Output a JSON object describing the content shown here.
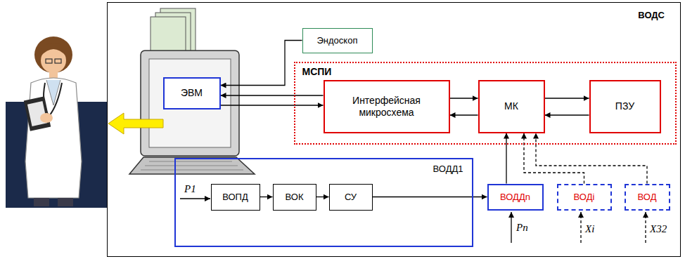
{
  "diagram": {
    "nodes": [
      {
        "text": [
          "ВОДС"
        ]
      },
      {
        "text": [
          "ЭВМ"
        ],
        "in": 0
      },
      {
        "text": [
          "Эндоскоп"
        ],
        "in": 0
      },
      {
        "text": [
          "МСПИ"
        ],
        "in": 0
      },
      {
        "text": [
          "Интерфейсная микросхема"
        ],
        "in": 3
      },
      {
        "text": [
          "МК"
        ],
        "in": 3
      },
      {
        "text": [
          "ПЗУ"
        ],
        "in": 3
      },
      {
        "text": [
          "ВОДД1"
        ],
        "in": 0
      },
      {
        "text": [
          "ВОПД"
        ],
        "in": 7
      },
      {
        "text": [
          "ВОК"
        ],
        "in": 7
      },
      {
        "text": [
          "СУ"
        ],
        "in": 7
      },
      {
        "text": [
          "ВОДДn"
        ],
        "in": 0
      },
      {
        "text": [
          "ВОДi"
        ],
        "in": 0
      },
      {
        "text": [
          "ВОД"
        ],
        "in": 0
      }
    ],
    "edges": [
      {
        "from": 2,
        "to": 1,
        "arrow": "to"
      },
      {
        "from": 4,
        "to": 1,
        "arrow": "to"
      },
      {
        "from": 1,
        "to": 4,
        "arrow": "to"
      },
      {
        "from": 4,
        "to": 5,
        "arrow": "to"
      },
      {
        "from": 5,
        "to": 4,
        "arrow": "to"
      },
      {
        "from": 5,
        "to": 6,
        "arrow": "to"
      },
      {
        "from": 6,
        "to": 5,
        "arrow": "to"
      },
      {
        "from": 8,
        "to": 9,
        "arrow": "to"
      },
      {
        "from": 9,
        "to": 10,
        "arrow": "to"
      },
      {
        "from": 10,
        "to": 11,
        "arrow": "to"
      },
      {
        "from": 11,
        "to": 5,
        "arrow": "to"
      },
      {
        "from": 12,
        "to": 5,
        "arrow": "to"
      },
      {
        "from": 13,
        "to": 5,
        "arrow": "to"
      }
    ],
    "labels": [
      "P1",
      "Pn",
      "Xi",
      "X32"
    ]
  }
}
